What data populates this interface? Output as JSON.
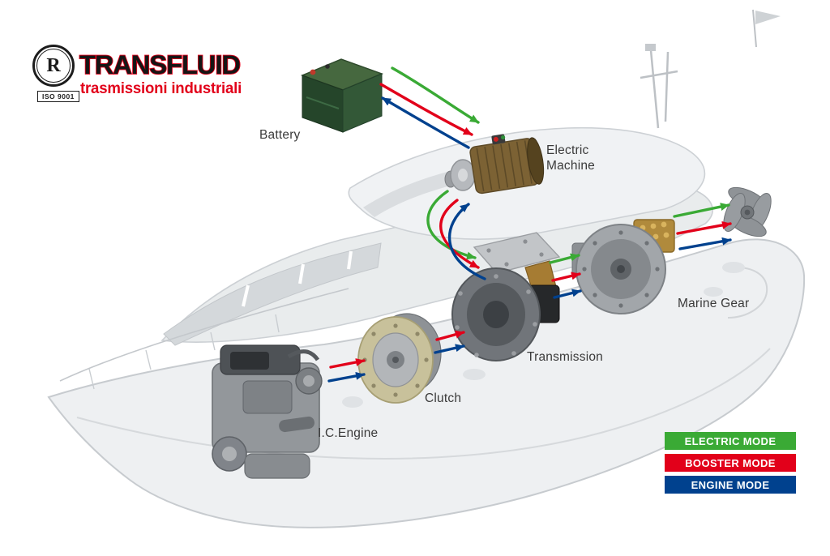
{
  "brand": {
    "name": "TRANSFLUID",
    "tagline": "trasmissioni industriali",
    "seal_letter": "R",
    "iso_label": "ISO 9001"
  },
  "diagram": {
    "labels": {
      "battery": "Battery",
      "electric_machine_line1": "Electric",
      "electric_machine_line2": "Machine",
      "ic_engine": "I.C.Engine",
      "clutch": "Clutch",
      "transmission": "Transmission",
      "marine_gear": "Marine Gear"
    }
  },
  "legend": {
    "items": [
      {
        "label": "ELECTRIC MODE",
        "color": "#3aaa35"
      },
      {
        "label": "BOOSTER MODE",
        "color": "#e2001a"
      },
      {
        "label": "ENGINE MODE",
        "color": "#00418e"
      }
    ]
  },
  "colors": {
    "electric_mode": "#3aaa35",
    "booster_mode": "#e2001a",
    "engine_mode": "#00418e",
    "battery_green": "#2e5433",
    "label_text": "#3a3a3a"
  }
}
